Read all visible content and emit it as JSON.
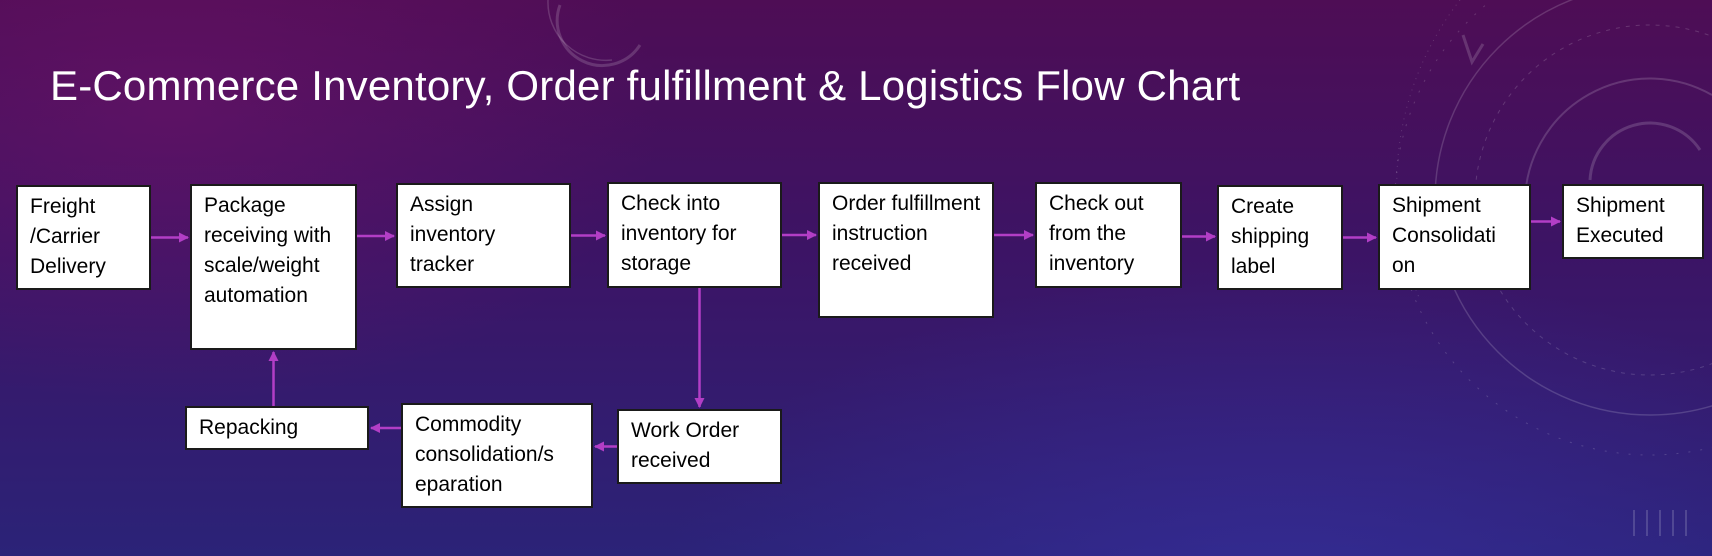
{
  "title": "E-Commerce Inventory, Order fulfillment & Logistics Flow Chart",
  "steps": [
    {
      "id": "freight",
      "label": "Freight /Carrier Delivery"
    },
    {
      "id": "package",
      "label": "Package receiving with scale/weight automation"
    },
    {
      "id": "assign",
      "label": "Assign inventory tracker"
    },
    {
      "id": "checkin",
      "label": "Check into inventory for storage"
    },
    {
      "id": "order",
      "label": "Order fulfillment instruction received"
    },
    {
      "id": "checkout",
      "label": "Check out from the inventory"
    },
    {
      "id": "label",
      "label": "Create shipping label"
    },
    {
      "id": "consolidation",
      "label": "Shipment Consolidati on"
    },
    {
      "id": "executed",
      "label": "Shipment Executed"
    },
    {
      "id": "workorder",
      "label": "Work Order received"
    },
    {
      "id": "commodity",
      "label": "Commodity consolidation/s eparation"
    },
    {
      "id": "repacking",
      "label": "Repacking"
    }
  ],
  "connections": [
    {
      "from": "freight",
      "to": "package"
    },
    {
      "from": "package",
      "to": "assign"
    },
    {
      "from": "assign",
      "to": "checkin"
    },
    {
      "from": "checkin",
      "to": "order"
    },
    {
      "from": "order",
      "to": "checkout"
    },
    {
      "from": "checkout",
      "to": "label"
    },
    {
      "from": "label",
      "to": "consolidation"
    },
    {
      "from": "consolidation",
      "to": "executed"
    },
    {
      "from": "checkin",
      "to": "workorder"
    },
    {
      "from": "workorder",
      "to": "commodity"
    },
    {
      "from": "commodity",
      "to": "repacking"
    },
    {
      "from": "repacking",
      "to": "package"
    }
  ],
  "colors": {
    "arrow": "#b23ec6",
    "box_fill": "#ffffff",
    "box_border": "#1a1a1a",
    "title": "#ffffff"
  }
}
